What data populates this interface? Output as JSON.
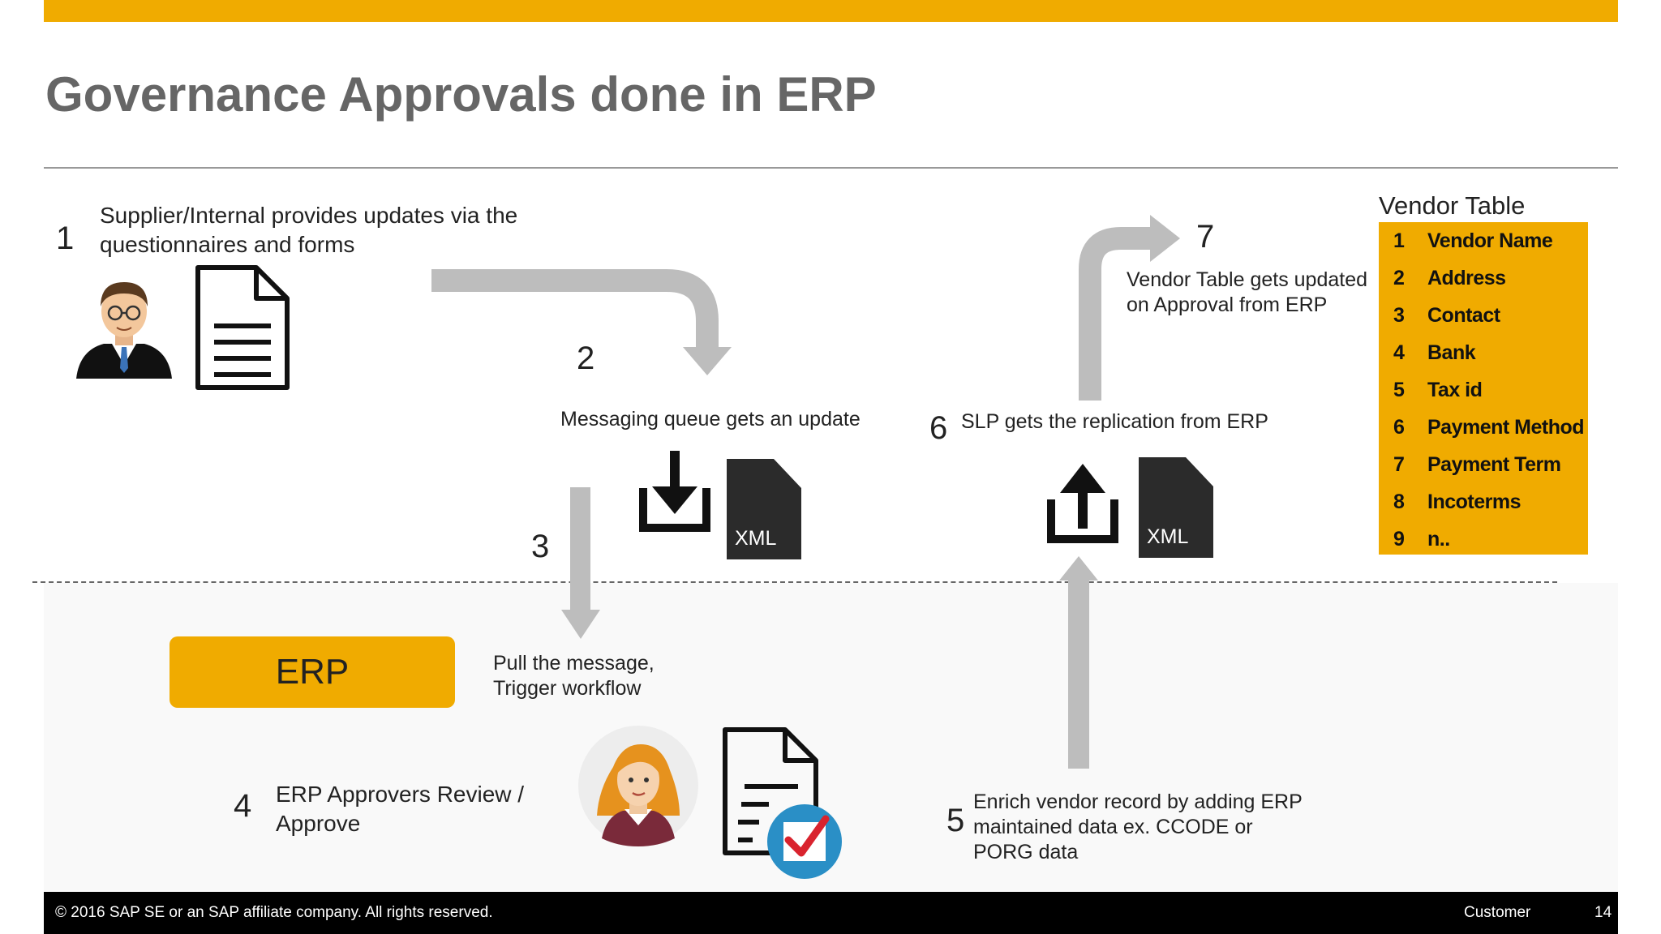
{
  "slide": {
    "title": "Governance Approvals done in ERP"
  },
  "steps": [
    {
      "num": "1",
      "text": "Supplier/Internal provides updates via the questionnaires and forms"
    },
    {
      "num": "2",
      "text": "Messaging queue gets an update"
    },
    {
      "num": "3",
      "text": "Pull the message, Trigger workflow"
    },
    {
      "num": "4",
      "text": "ERP Approvers Review / Approve"
    },
    {
      "num": "5",
      "text": "Enrich vendor record by adding ERP maintained data ex. CCODE or PORG data"
    },
    {
      "num": "6",
      "text": "SLP gets the replication from ERP"
    },
    {
      "num": "7",
      "text": "Vendor Table gets updated on Approval from ERP"
    }
  ],
  "erp_box": {
    "label": "ERP"
  },
  "xml_icons": {
    "label": "XML"
  },
  "vendor_table": {
    "title": "Vendor Table",
    "rows": [
      {
        "num": "1",
        "label": "Vendor Name"
      },
      {
        "num": "2",
        "label": "Address"
      },
      {
        "num": "3",
        "label": "Contact"
      },
      {
        "num": "4",
        "label": "Bank"
      },
      {
        "num": "5",
        "label": "Tax id"
      },
      {
        "num": "6",
        "label": "Payment Method"
      },
      {
        "num": "7",
        "label": "Payment Term"
      },
      {
        "num": "8",
        "label": "Incoterms"
      },
      {
        "num": "9",
        "label": "n.."
      }
    ]
  },
  "footer": {
    "copyright": "© 2016 SAP SE or an SAP affiliate company. All rights reserved.",
    "classification": "Customer",
    "page_number": "14"
  },
  "colors": {
    "accent": "#F0AB00",
    "arrow": "#BDBDBD",
    "title": "#666666"
  },
  "icons": [
    "businessman-avatar",
    "document-icon",
    "download-icon",
    "xml-file-icon",
    "upload-icon",
    "woman-avatar",
    "approved-document-icon",
    "check-badge-icon"
  ]
}
